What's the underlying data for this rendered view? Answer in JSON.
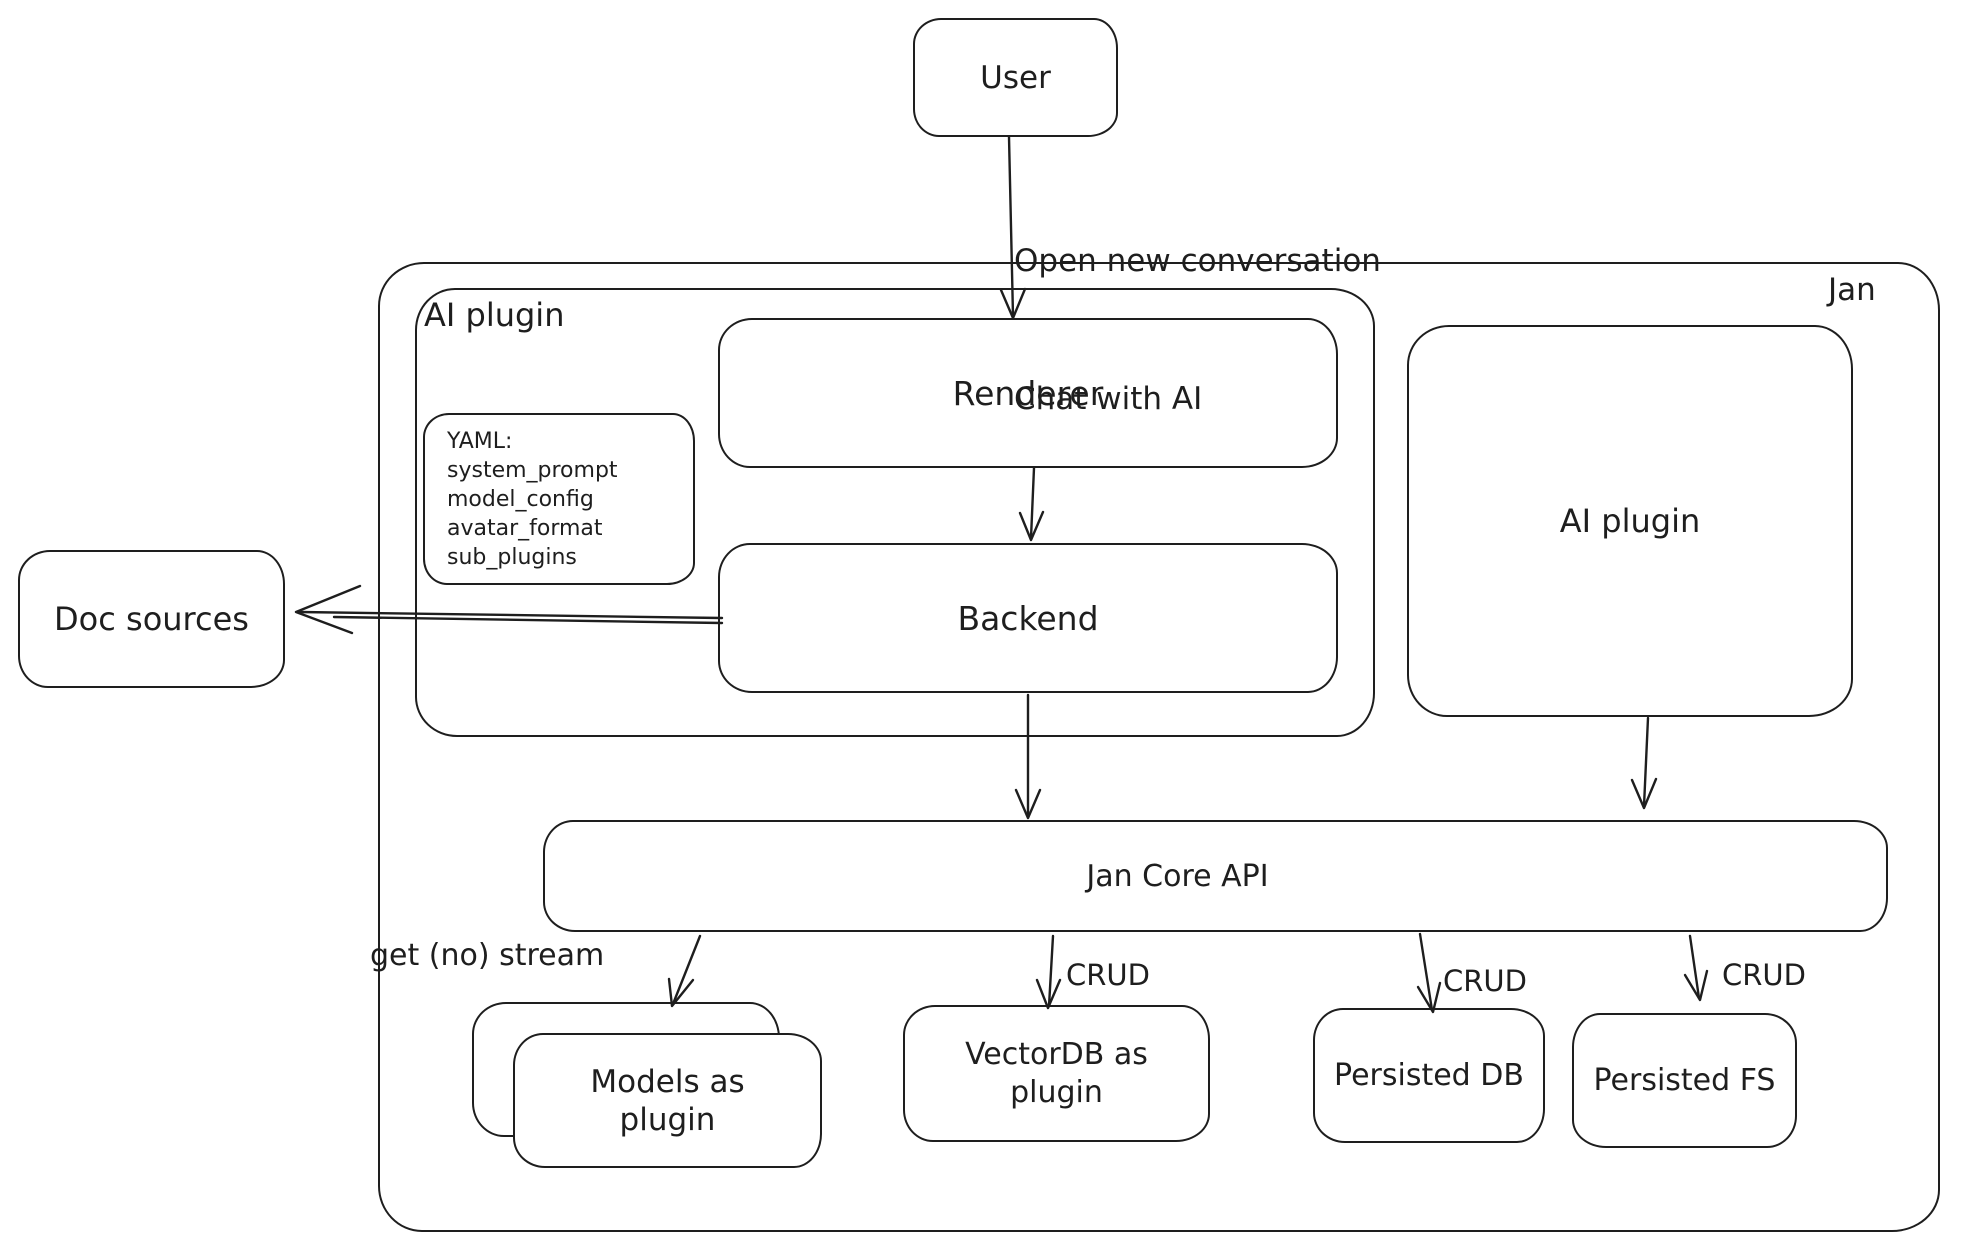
{
  "nodes": {
    "user": "User",
    "jan_container": "Jan",
    "ai_plugin_container": "AI plugin",
    "renderer": "Renderer",
    "backend": "Backend",
    "ai_plugin_box": "AI plugin",
    "doc_sources": "Doc sources",
    "jan_core_api": "Jan Core API",
    "models_as_plugin": "Models as plugin",
    "vectordb_as_plugin": "VectorDB as plugin",
    "persisted_db": "Persisted DB",
    "persisted_fs": "Persisted FS"
  },
  "yaml_note": {
    "lines": [
      "YAML:",
      "system_prompt",
      "model_config",
      "avatar_format",
      "sub_plugins"
    ]
  },
  "edge_labels": {
    "user_to_jan_line1": "Open new conversation",
    "user_to_jan_line2": "Chat with AI",
    "api_to_models": "get (no) stream",
    "api_to_vectordb": "CRUD",
    "api_to_persisted_db": "CRUD",
    "api_to_persisted_fs": "CRUD"
  },
  "colors": {
    "stroke": "#1e1e1e",
    "background": "#ffffff"
  }
}
